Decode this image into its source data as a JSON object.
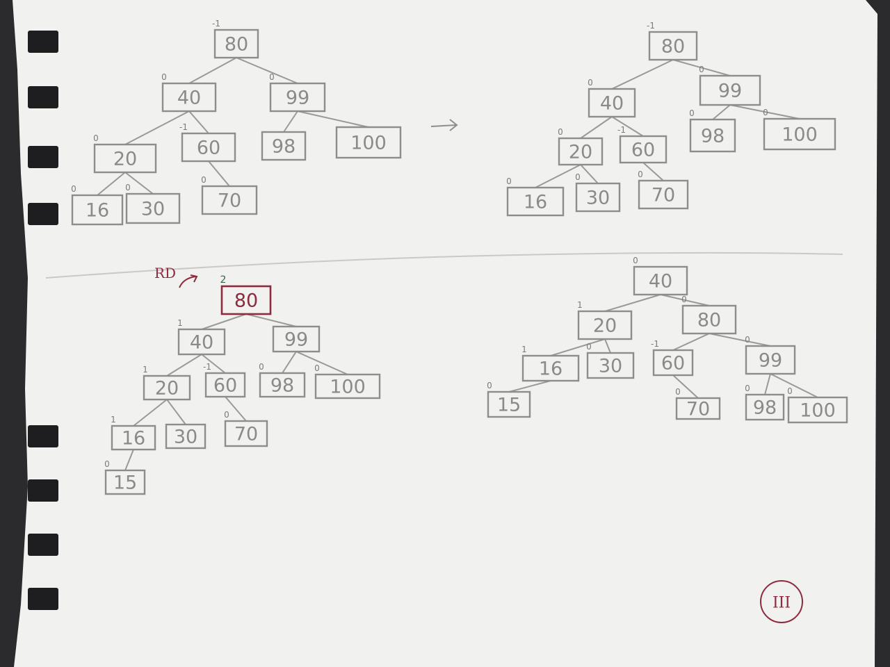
{
  "colors": {
    "pencil": "#8d8d8a",
    "red_ink": "#8e2a3e",
    "green_ink": "#2f6b3c",
    "paper": "#f2f2f0"
  },
  "annotations": {
    "rotation_label": "RD",
    "page_number": "III"
  },
  "trees": [
    {
      "id": "tree-1",
      "nodes": [
        {
          "id": "n80",
          "label": "80",
          "bf": "-1"
        },
        {
          "id": "n40",
          "label": "40",
          "bf": "0"
        },
        {
          "id": "n99",
          "label": "99",
          "bf": "0"
        },
        {
          "id": "n20",
          "label": "20",
          "bf": "0"
        },
        {
          "id": "n60",
          "label": "60",
          "bf": "-1"
        },
        {
          "id": "n98",
          "label": "98",
          "bf": ""
        },
        {
          "id": "n100",
          "label": "100",
          "bf": ""
        },
        {
          "id": "n16",
          "label": "16",
          "bf": "0"
        },
        {
          "id": "n30",
          "label": "30",
          "bf": "0"
        },
        {
          "id": "n70",
          "label": "70",
          "bf": "0"
        }
      ],
      "edges": [
        [
          "n80",
          "n40"
        ],
        [
          "n80",
          "n99"
        ],
        [
          "n40",
          "n20"
        ],
        [
          "n40",
          "n60"
        ],
        [
          "n99",
          "n98"
        ],
        [
          "n99",
          "n100"
        ],
        [
          "n20",
          "n16"
        ],
        [
          "n20",
          "n30"
        ],
        [
          "n60",
          "n70"
        ]
      ]
    },
    {
      "id": "tree-2",
      "nodes": [
        {
          "id": "n80",
          "label": "80",
          "bf": "-1"
        },
        {
          "id": "n40",
          "label": "40",
          "bf": "0"
        },
        {
          "id": "n99",
          "label": "99",
          "bf": "0"
        },
        {
          "id": "n20",
          "label": "20",
          "bf": "0"
        },
        {
          "id": "n60",
          "label": "60",
          "bf": "-1"
        },
        {
          "id": "n98",
          "label": "98",
          "bf": "0"
        },
        {
          "id": "n100",
          "label": "100",
          "bf": "0"
        },
        {
          "id": "n16",
          "label": "16",
          "bf": "0"
        },
        {
          "id": "n30",
          "label": "30",
          "bf": "0"
        },
        {
          "id": "n70",
          "label": "70",
          "bf": "0"
        }
      ],
      "edges": [
        [
          "n80",
          "n40"
        ],
        [
          "n80",
          "n99"
        ],
        [
          "n40",
          "n20"
        ],
        [
          "n40",
          "n60"
        ],
        [
          "n99",
          "n98"
        ],
        [
          "n99",
          "n100"
        ],
        [
          "n20",
          "n16"
        ],
        [
          "n20",
          "n30"
        ],
        [
          "n60",
          "n70"
        ]
      ]
    },
    {
      "id": "tree-3",
      "nodes": [
        {
          "id": "n80",
          "label": "80",
          "bf": "2",
          "highlight": true
        },
        {
          "id": "n40",
          "label": "40",
          "bf": "1"
        },
        {
          "id": "n99",
          "label": "99",
          "bf": ""
        },
        {
          "id": "n20",
          "label": "20",
          "bf": "1"
        },
        {
          "id": "n60",
          "label": "60",
          "bf": "-1"
        },
        {
          "id": "n98",
          "label": "98",
          "bf": "0"
        },
        {
          "id": "n100",
          "label": "100",
          "bf": "0"
        },
        {
          "id": "n16",
          "label": "16",
          "bf": "1"
        },
        {
          "id": "n30",
          "label": "30",
          "bf": ""
        },
        {
          "id": "n70",
          "label": "70",
          "bf": "0"
        },
        {
          "id": "n15",
          "label": "15",
          "bf": "0"
        }
      ],
      "edges": [
        [
          "n80",
          "n40"
        ],
        [
          "n80",
          "n99"
        ],
        [
          "n40",
          "n20"
        ],
        [
          "n40",
          "n60"
        ],
        [
          "n99",
          "n98"
        ],
        [
          "n99",
          "n100"
        ],
        [
          "n20",
          "n16"
        ],
        [
          "n20",
          "n30"
        ],
        [
          "n60",
          "n70"
        ],
        [
          "n16",
          "n15"
        ]
      ]
    },
    {
      "id": "tree-4",
      "nodes": [
        {
          "id": "n40",
          "label": "40",
          "bf": "0"
        },
        {
          "id": "n20",
          "label": "20",
          "bf": "1"
        },
        {
          "id": "n80",
          "label": "80",
          "bf": "0"
        },
        {
          "id": "n16",
          "label": "16",
          "bf": "1"
        },
        {
          "id": "n30",
          "label": "30",
          "bf": "0"
        },
        {
          "id": "n60",
          "label": "60",
          "bf": "-1"
        },
        {
          "id": "n99",
          "label": "99",
          "bf": "0"
        },
        {
          "id": "n15",
          "label": "15",
          "bf": "0"
        },
        {
          "id": "n70",
          "label": "70",
          "bf": "0"
        },
        {
          "id": "n98",
          "label": "98",
          "bf": "0"
        },
        {
          "id": "n100",
          "label": "100",
          "bf": "0"
        }
      ],
      "edges": [
        [
          "n40",
          "n20"
        ],
        [
          "n40",
          "n80"
        ],
        [
          "n20",
          "n16"
        ],
        [
          "n20",
          "n30"
        ],
        [
          "n80",
          "n60"
        ],
        [
          "n80",
          "n99"
        ],
        [
          "n16",
          "n15"
        ],
        [
          "n60",
          "n70"
        ],
        [
          "n99",
          "n98"
        ],
        [
          "n99",
          "n100"
        ]
      ]
    }
  ]
}
